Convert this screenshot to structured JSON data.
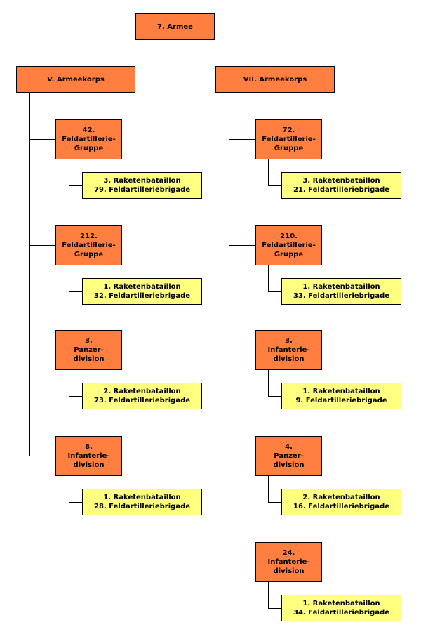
{
  "colors": {
    "command_box": "#ff7f40",
    "unit_box": "#ffff80",
    "lines": "#000000"
  },
  "army": {
    "label": "7. Armee"
  },
  "corps": [
    {
      "label": "V. Armeekorps",
      "groups": [
        {
          "lines": [
            "42.",
            "Feldartillerie-",
            "Gruppe"
          ],
          "units": [
            "3. Raketenbataillon",
            "79. Feldartilleriebrigade"
          ]
        },
        {
          "lines": [
            "212.",
            "Feldartillerie-",
            "Gruppe"
          ],
          "units": [
            "1. Raketenbataillon",
            "32. Feldartilleriebrigade"
          ]
        },
        {
          "lines": [
            "3.",
            "Panzer-",
            "division"
          ],
          "units": [
            "2. Raketenbataillon",
            "73. Feldartilleriebrigade"
          ]
        },
        {
          "lines": [
            "8.",
            "Infanterie-",
            "division"
          ],
          "units": [
            "1. Raketenbataillon",
            "28. Feldartilleriebrigade"
          ]
        }
      ]
    },
    {
      "label": "VII. Armeekorps",
      "groups": [
        {
          "lines": [
            "72.",
            "Feldartillerie-",
            "Gruppe"
          ],
          "units": [
            "3. Raketenbataillon",
            "21. Feldartilleriebrigade"
          ]
        },
        {
          "lines": [
            "210.",
            "Feldartillerie-",
            "Gruppe"
          ],
          "units": [
            "1. Raketenbataillon",
            "33. Feldartilleriebrigade"
          ]
        },
        {
          "lines": [
            "3.",
            "Infanterie-",
            "division"
          ],
          "units": [
            "1. Raketenbataillon",
            "9. Feldartilleriebrigade"
          ]
        },
        {
          "lines": [
            "4.",
            "Panzer-",
            "division"
          ],
          "units": [
            "2. Raketenbataillon",
            "16. Feldartilleriebrigade"
          ]
        },
        {
          "lines": [
            "24.",
            "Infanterie-",
            "division"
          ],
          "units": [
            "1. Raketenbataillon",
            "34. Feldartilleriebrigade"
          ]
        }
      ]
    }
  ]
}
